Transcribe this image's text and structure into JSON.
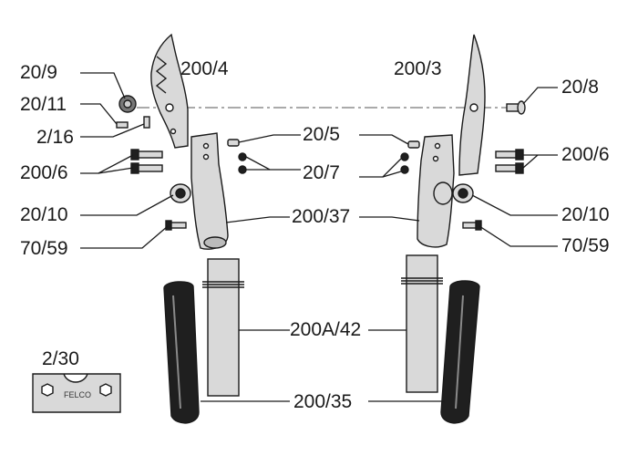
{
  "part_labels": {
    "p20_9": "20/9",
    "p20_11": "20/11",
    "p2_16": "2/16",
    "p200_6_left": "200/6",
    "p20_10_left": "20/10",
    "p70_59_left": "70/59",
    "p200_4": "200/4",
    "p200_3": "200/3",
    "p20_8": "20/8",
    "p20_5": "20/5",
    "p20_7": "20/7",
    "p200_6_right": "200/6",
    "p20_10_right": "20/10",
    "p200_37": "200/37",
    "p70_59_right": "70/59",
    "p200a_42": "200A/42",
    "p200_35": "200/35",
    "p2_30": "2/30"
  },
  "wrench_brand": "FELCO",
  "colors": {
    "line": "#1a1a1a",
    "metal": "#d9d9d9",
    "grip": "#1f1f1f",
    "background": "#ffffff"
  }
}
